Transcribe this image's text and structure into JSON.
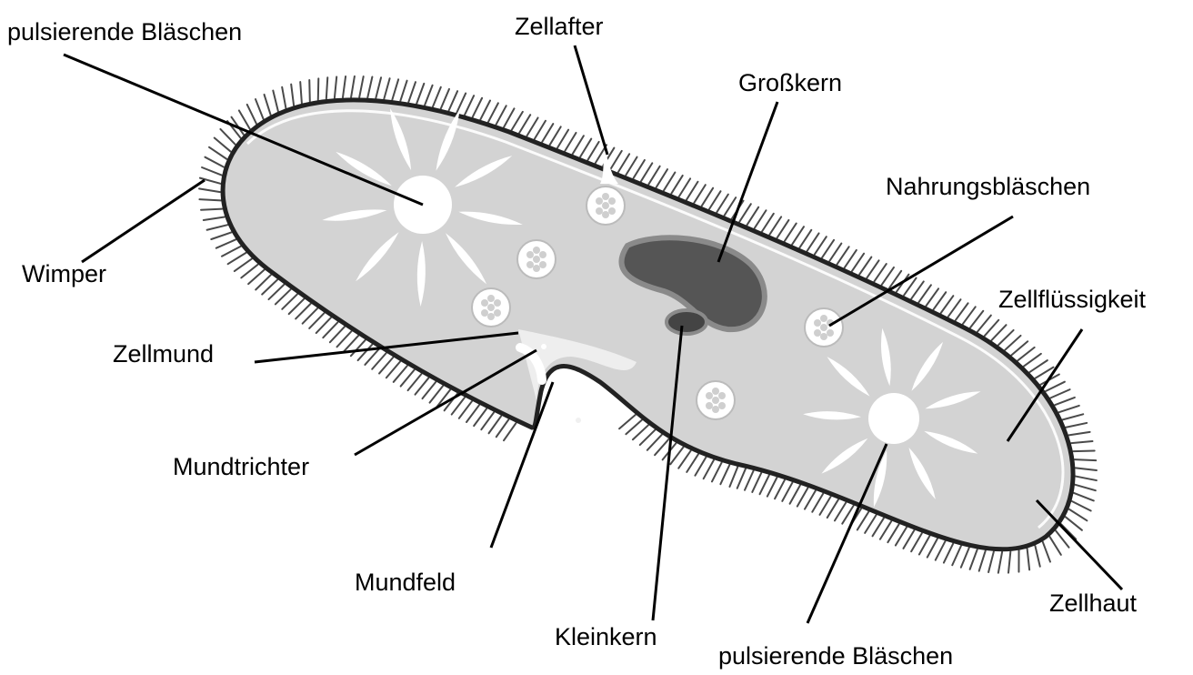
{
  "labels": {
    "pulsierende_top": "pulsierende Bläschen",
    "zellafter": "Zellafter",
    "grosskern": "Großkern",
    "nahrungsblaeschen": "Nahrungsbläschen",
    "wimper": "Wimper",
    "zellfluessigkeit": "Zellflüssigkeit",
    "zellmund": "Zellmund",
    "mundtrichter": "Mundtrichter",
    "mundfeld": "Mundfeld",
    "zellhaut": "Zellhaut",
    "kleinkern": "Kleinkern",
    "pulsierende_bottom": "pulsierende Bläschen"
  },
  "colors": {
    "cytoplasm": "#d3d3d3",
    "macronucleus": "#555555",
    "macronucleus_rim": "#8a8a8a",
    "cilia": "#4a4a4a",
    "membrane": "#222222",
    "vacuole": "#ffffff",
    "leader": "#000000"
  }
}
